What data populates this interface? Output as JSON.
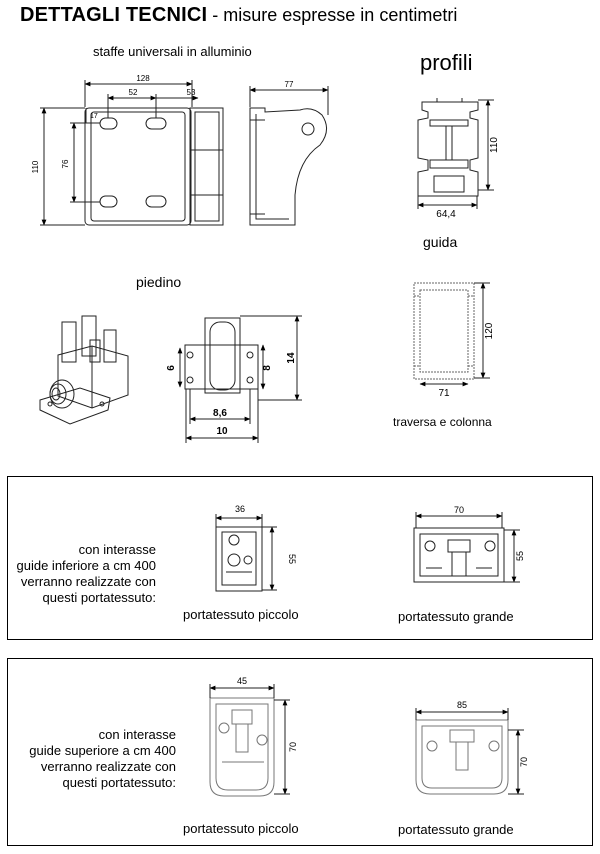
{
  "header": {
    "title_bold": "DETTAGLI TECNICI",
    "title_rest": " - misure espresse in centimetri"
  },
  "staffe": {
    "label": "staffe universali in alluminio",
    "dim_128": "128",
    "dim_52": "52",
    "dim_53": "53",
    "dim_17": "17",
    "dim_110": "110",
    "dim_76": "76",
    "dim_77": "77"
  },
  "profili": {
    "label": "profili",
    "guida": {
      "label": "guida",
      "dim_height": "110",
      "dim_width": "64,4"
    },
    "traversa": {
      "label": "traversa e colonna",
      "dim_height": "120",
      "dim_width": "71"
    }
  },
  "piedino": {
    "label": "piedino",
    "dim_6": "6",
    "dim_8": "8",
    "dim_14": "14",
    "dim_8_6": "8,6",
    "dim_10": "10"
  },
  "box_inferiore": {
    "text_lines": [
      "con interasse",
      "guide inferiore a cm 400",
      "verranno realizzate con",
      "questi portatessuto:"
    ],
    "piccolo": {
      "label": "portatessuto piccolo",
      "dim_width": "36",
      "dim_height": "55"
    },
    "grande": {
      "label": "portatessuto grande",
      "dim_width": "70",
      "dim_height": "55"
    }
  },
  "box_superiore": {
    "text_lines": [
      "con interasse",
      "guide superiore a cm 400",
      "verranno realizzate con",
      "questi portatessuto:"
    ],
    "piccolo": {
      "label": "portatessuto piccolo",
      "dim_width": "45",
      "dim_height": "70"
    },
    "grande": {
      "label": "portatessuto grande",
      "dim_width": "85",
      "dim_height": "70"
    }
  }
}
